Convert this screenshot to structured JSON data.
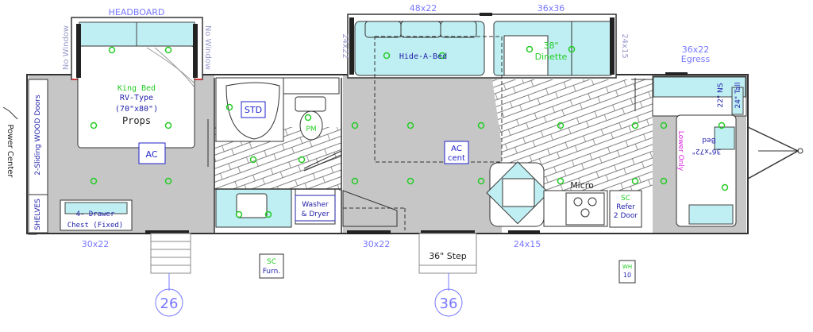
{
  "labels": {
    "headboard": "HEADBOARD",
    "no_window_left": "No Window",
    "no_window_right": "No Window",
    "king_bed": "King Bed",
    "rv_type": "RV-Type",
    "bed_size": "(70\"x80\")",
    "props": "Props",
    "ac_bedroom": "AC",
    "sliding_doors": "2-Sliding WOOD Doors",
    "shelves": "SHELVES",
    "drawer_chest_1": "4- Drawer",
    "drawer_chest_2": "Chest (Fixed)",
    "power_center": "Power Center",
    "std": "STD",
    "pm": "PM",
    "washer": "Washer",
    "dryer": "& Dryer",
    "dim_24x22": "24x22",
    "dim_48x22": "48x22",
    "dim_36x36": "36x36",
    "dim_24x15_top": "24x15",
    "hide_a_bed": "Hide-A-Bed",
    "dinette_1": "38\"",
    "dinette_2": "Dinette",
    "ac_cent_1": "AC",
    "ac_cent_2": "cent",
    "dim_36x22": "36x22",
    "egress": "Egress",
    "ns_22": "22\" NS",
    "tall_24": "24\" Tall",
    "lower_only": "Lower Only",
    "bed_rear": "Bed",
    "bed_rear_size": "36\"x72\"",
    "micro": "Micro",
    "sc_refer_1": "SC",
    "sc_refer_2": "Refer",
    "sc_refer_3": "2 Door",
    "dim_30x22_left": "30x22",
    "dim_30x22_mid": "30x22",
    "dim_24x15_bottom": "24x15",
    "step": "36\" Step",
    "sc_furn_1": "SC",
    "sc_furn_2": "Furn.",
    "wh_1": "WH",
    "wh_2": "10",
    "entry_26": "26",
    "entry_36": "36"
  }
}
